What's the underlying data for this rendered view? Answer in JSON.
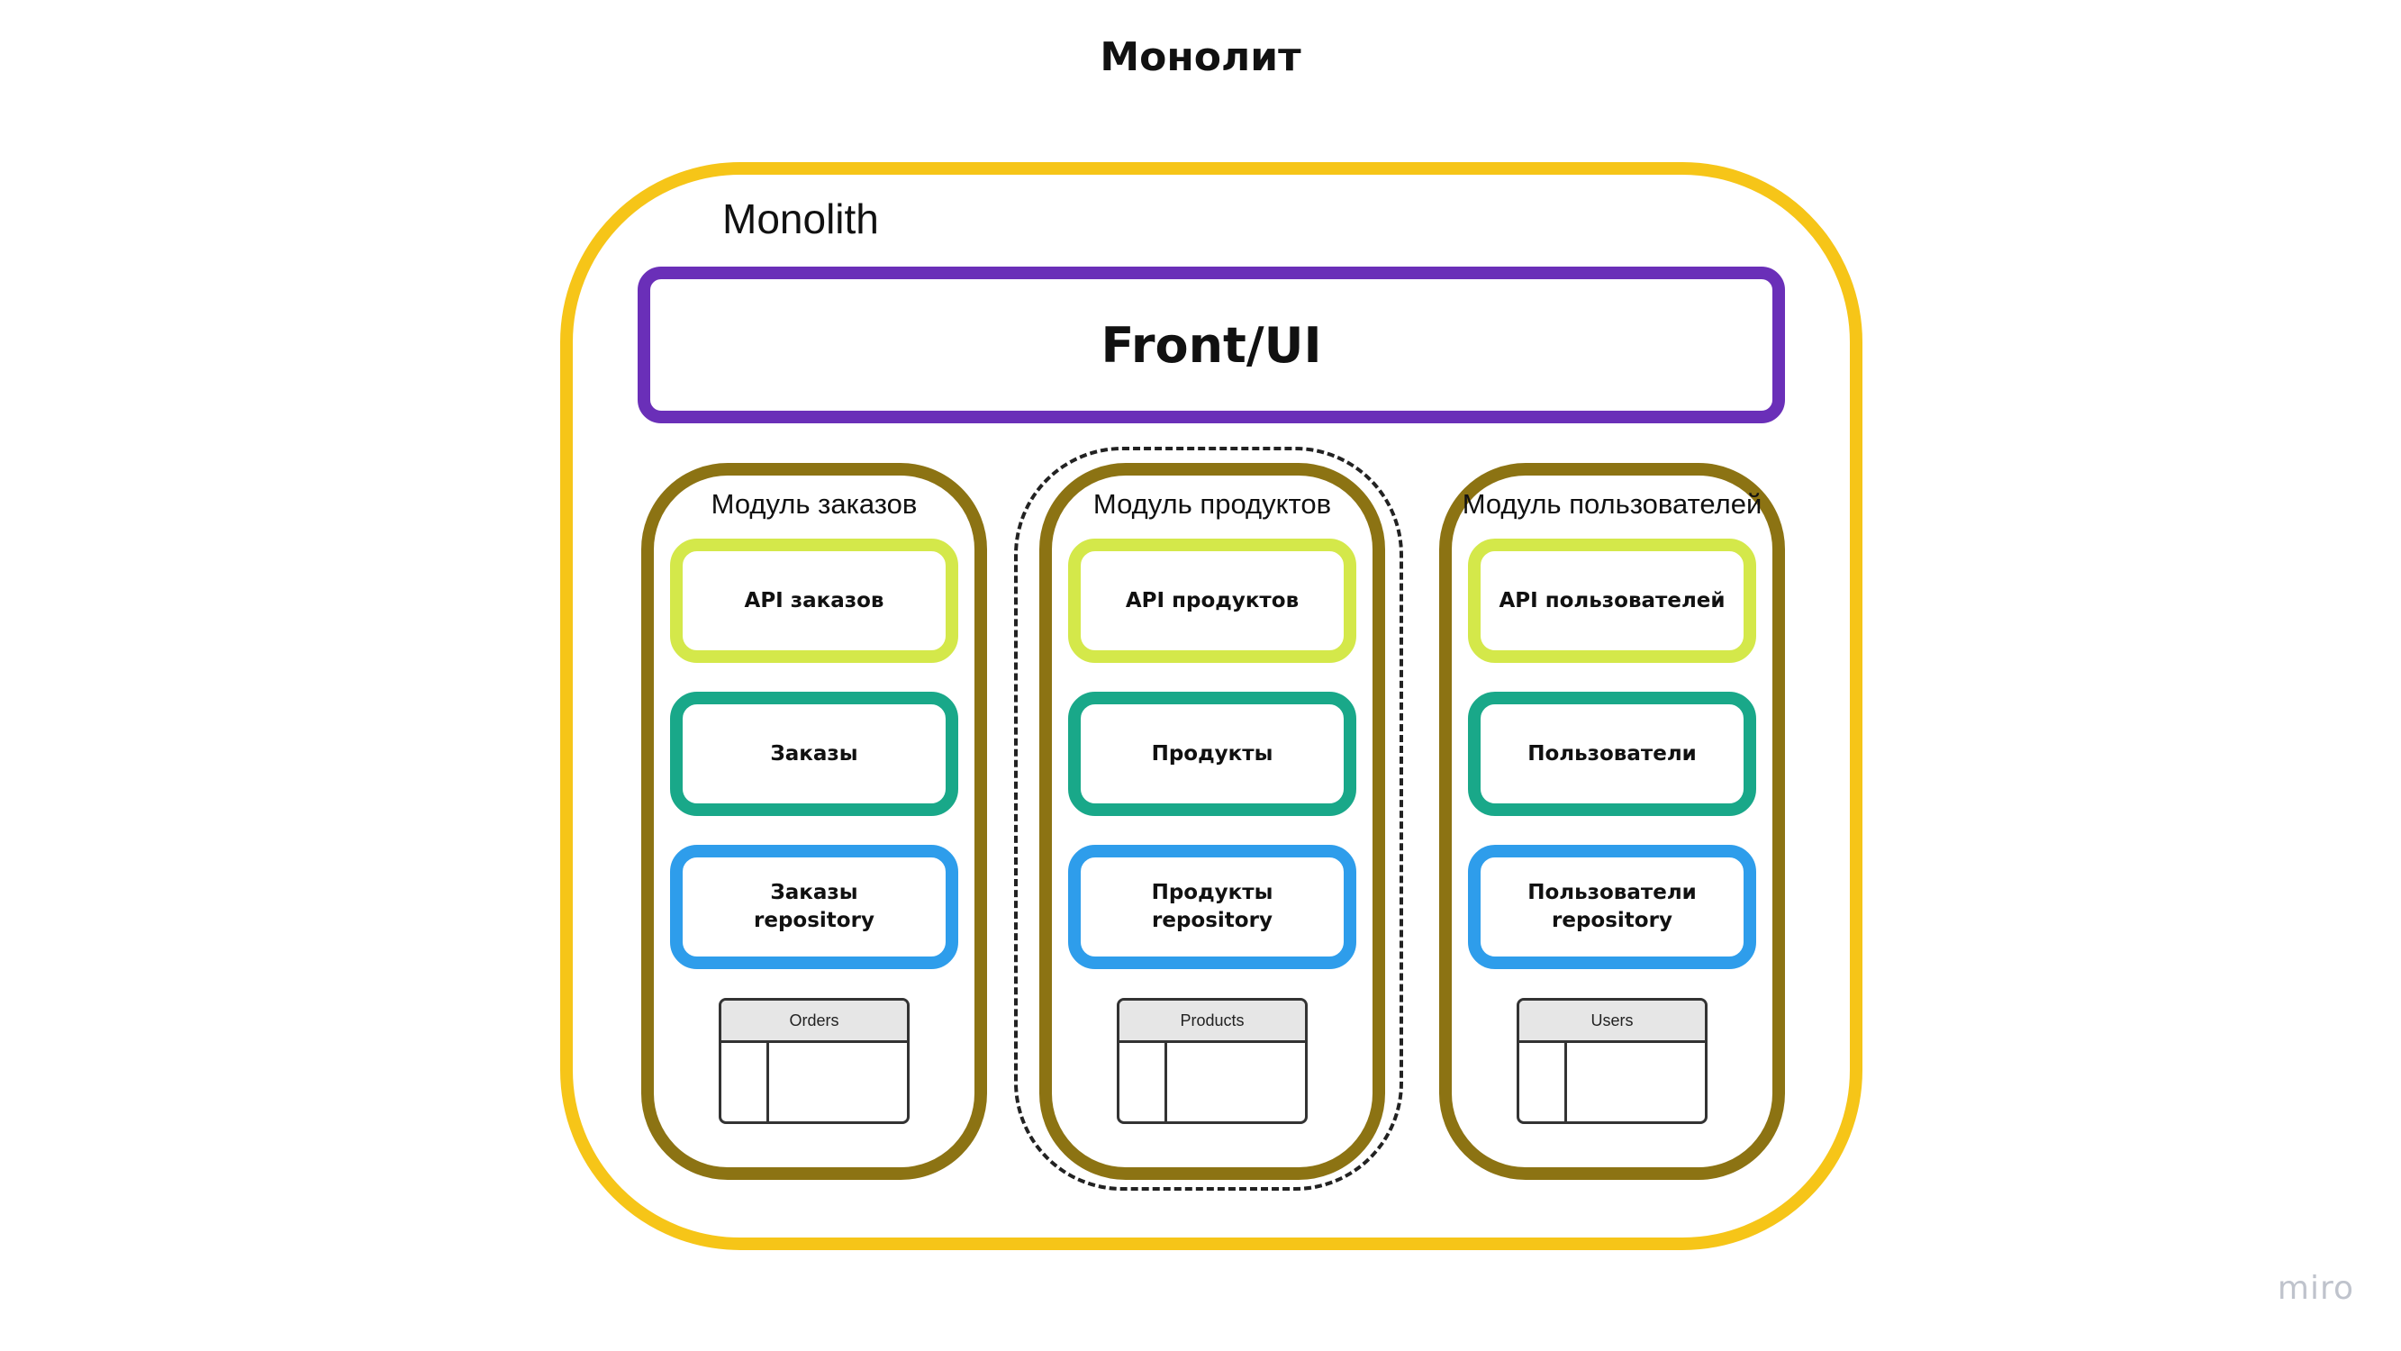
{
  "title": "Монолит",
  "monolith": {
    "label": "Monolith",
    "front": "Front/UI",
    "modules": [
      {
        "title": "Модуль заказов",
        "api": "API заказов",
        "core": "Заказы",
        "repo_line1": "Заказы",
        "repo_line2": "repository",
        "table": "Orders"
      },
      {
        "title": "Модуль продуктов",
        "api": "API продуктов",
        "core": "Продукты",
        "repo_line1": "Продукты",
        "repo_line2": "repository",
        "table": "Products"
      },
      {
        "title": "Модуль пользователей",
        "api": "API пользователей",
        "core": "Пользователи",
        "repo_line1": "Пользователи",
        "repo_line2": "repository",
        "table": "Users"
      }
    ]
  },
  "brand": "miro",
  "colors": {
    "monolith_border": "#F6C518",
    "front_border": "#6A2FB8",
    "module_border": "#8C7313",
    "api_border": "#D4E84A",
    "core_border": "#19A889",
    "repo_border": "#2E9DEB"
  }
}
